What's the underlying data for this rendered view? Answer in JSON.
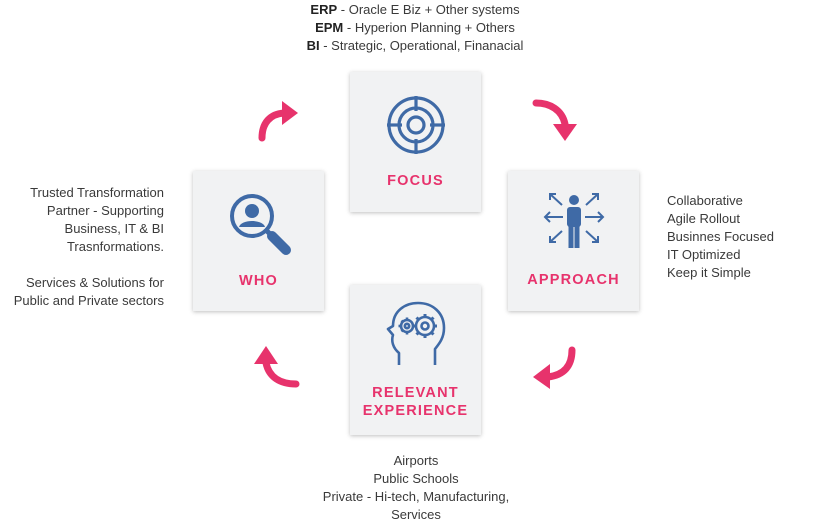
{
  "focus": {
    "title": "FOCUS",
    "lines": [
      {
        "bold": "ERP",
        "rest": " - Oracle E Biz + Other systems"
      },
      {
        "bold": "EPM",
        "rest": " - Hyperion Planning + Others"
      },
      {
        "bold": "BI",
        "rest": " - Strategic, Operational, Finanacial"
      }
    ],
    "icon": "target-icon"
  },
  "who": {
    "title": "WHO",
    "lines": [
      "Trusted Transformation",
      "Partner - Supporting",
      "Business, IT & BI",
      "Trasnformations.",
      "",
      "Services & Solutions for",
      "Public and Private sectors"
    ],
    "icon": "user-search-icon"
  },
  "approach": {
    "title": "APPROACH",
    "lines": [
      "Collaborative",
      "Agile Rollout",
      "Businnes Focused",
      "IT Optimized",
      "Keep it Simple"
    ],
    "icon": "person-arrows-icon"
  },
  "experience": {
    "title_line1": "RELEVANT",
    "title_line2": "EXPERIENCE",
    "lines": [
      "Airports",
      "Public Schools",
      "Private - Hi-tech, Manufacturing,",
      "Services"
    ],
    "icon": "head-gears-icon"
  },
  "colors": {
    "accent": "#e7336c",
    "icon_blue": "#3f6aa6",
    "card_bg": "#f1f2f3"
  }
}
